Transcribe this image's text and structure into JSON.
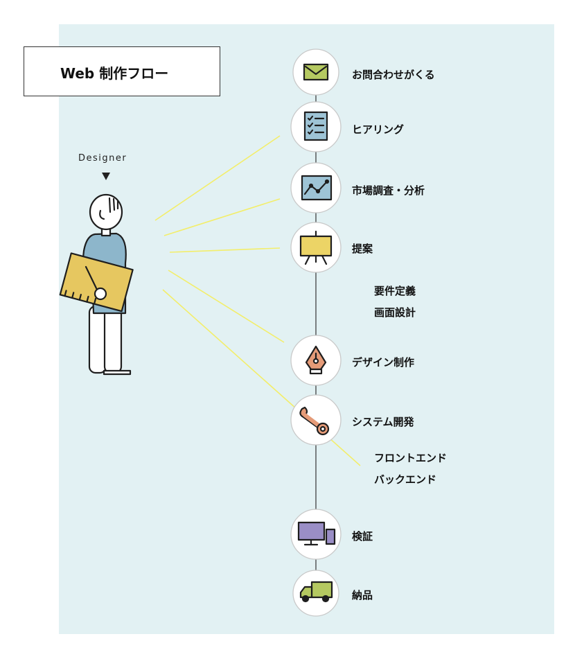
{
  "title": "Web 制作フロー",
  "designer_label": "Designer",
  "steps": [
    {
      "label": "お問合わせがくる",
      "icon": "mail-icon"
    },
    {
      "label": "ヒアリング",
      "icon": "checklist-icon"
    },
    {
      "label": "市場調査・分析",
      "icon": "line-chart-icon"
    },
    {
      "label": "提案",
      "icon": "presentation-board-icon"
    },
    {
      "label": "デザイン制作",
      "icon": "pen-nib-icon"
    },
    {
      "label": "システム開発",
      "icon": "wrench-icon"
    },
    {
      "label": "検証",
      "icon": "devices-icon"
    },
    {
      "label": "納品",
      "icon": "truck-icon"
    }
  ],
  "sub_labels": [
    {
      "label": "要件定義"
    },
    {
      "label": "画面設計"
    },
    {
      "label": "フロントエンド"
    },
    {
      "label": "バックエンド"
    }
  ],
  "colors": {
    "background": "#e2f1f3",
    "icon_green": "#b5c961",
    "icon_blue": "#9ec4d6",
    "icon_yellow": "#ecd466",
    "icon_orange": "#e59b78",
    "icon_purple": "#9a8ec6",
    "highlight_line": "#f3ee6a",
    "shirt": "#8db6cb",
    "folder": "#e6c760"
  }
}
